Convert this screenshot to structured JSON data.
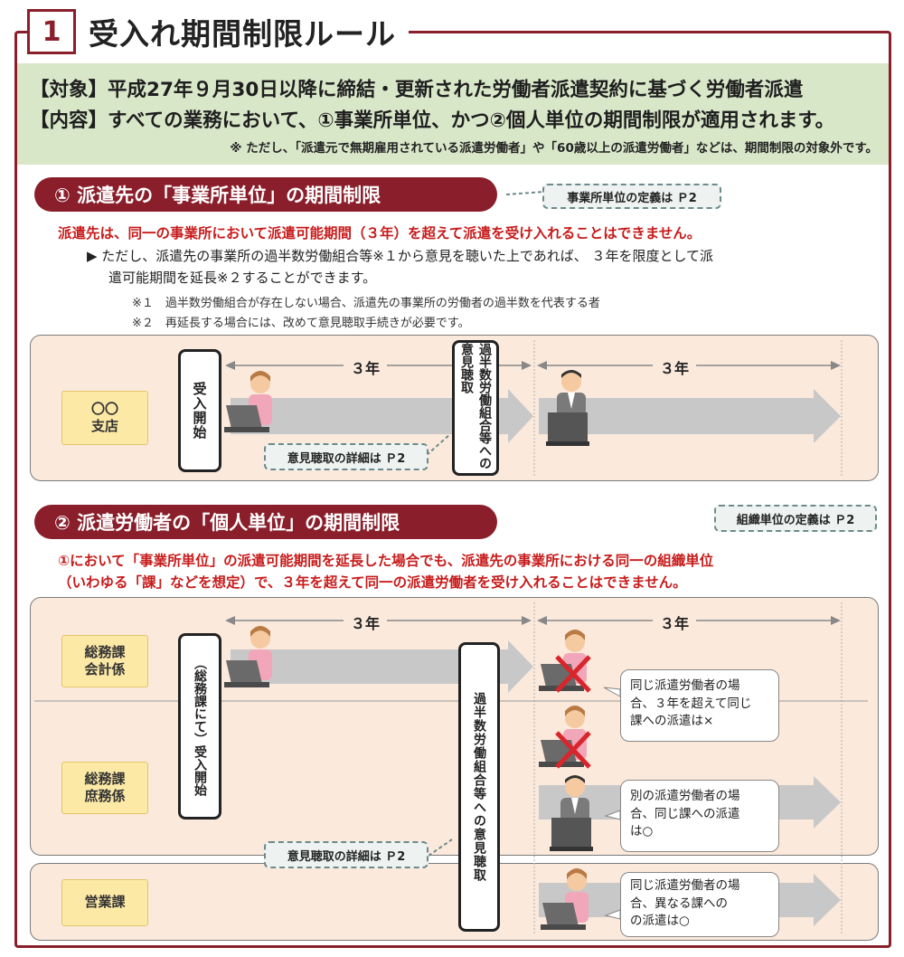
{
  "header": {
    "number": "1",
    "title": "受入れ期間制限ルール"
  },
  "summary": {
    "target": "【対象】平成27年９月30日以降に締結・更新された労働者派遣契約に基づく労働者派遣",
    "content": "【内容】すべての業務において、①事業所単位、かつ②個人単位の期間制限が適用されます。",
    "note": "※ ただし、「派遣元で無期雇用されている派遣労働者」や「60歳以上の派遣労働者」などは、期間制限の対象外です。"
  },
  "section1": {
    "heading": "① 派遣先の「事業所単位」の期間制限",
    "callout": "事業所単位の定義は Ｐ2",
    "rule": "派遣先は、同一の事業所において派遣可能期間（３年）を超えて派遣を受け入れることはできません。",
    "detail_line1": "▶ ただし、派遣先の事業所の過半数労働組合等※１から意見を聴いた上であれば、 ３年を限度として派",
    "detail_line2": "遣可能期間を延長※２することができます。",
    "footnote1": "※１　過半数労働組合が存在しない場合、派遣先の事業所の労働者の過半数を代表する者",
    "footnote2": "※２　再延長する場合には、改めて意見聴取手続きが必要です。",
    "diagram": {
      "branch_line1": "〇〇",
      "branch_line2": "支店",
      "start_label": "受入開始",
      "period1": "３年",
      "period2": "３年",
      "hearing_label": "過半数労働組合等への意見聴取",
      "hearing_callout": "意見聴取の詳細は Ｐ2"
    }
  },
  "section2": {
    "heading": "② 派遣労働者の「個人単位」の期間制限",
    "callout": "組織単位の定義は Ｐ2",
    "rule_line1": "①において「事業所単位」の派遣可能期間を延長した場合でも、派遣先の事業所における同一の組織単位",
    "rule_line2": "（いわゆる「課」などを想定）で、３年を超えて同一の派遣労働者を受け入れることはできません。",
    "diagram": {
      "period1": "３年",
      "period2": "３年",
      "start_label": "（総務課にて）受入開始",
      "hearing_label": "過半数労働組合等への意見聴取",
      "hearing_callout": "意見聴取の詳細は Ｐ2",
      "dept1_line1": "総務課",
      "dept1_line2": "会計係",
      "dept2_line1": "総務課",
      "dept2_line2": "庶務係",
      "dept3": "営業課",
      "bubble1": [
        "同じ派遣労働者の場",
        "合、３年を超えて同じ",
        "課への派遣は×"
      ],
      "bubble2": [
        "別の派遣労働者の場",
        "合、同じ課への派遣",
        "は○"
      ],
      "bubble3": [
        "同じ派遣労働者の場",
        "合、異なる課への",
        "の派遣は○"
      ]
    }
  },
  "colors": {
    "accent": "#8a1f2b",
    "summary_bg": "#d9e7c9",
    "diagram_bg": "#fbe9dc",
    "label_bg": "#fde9a6",
    "rule_red": "#c81b1b"
  }
}
